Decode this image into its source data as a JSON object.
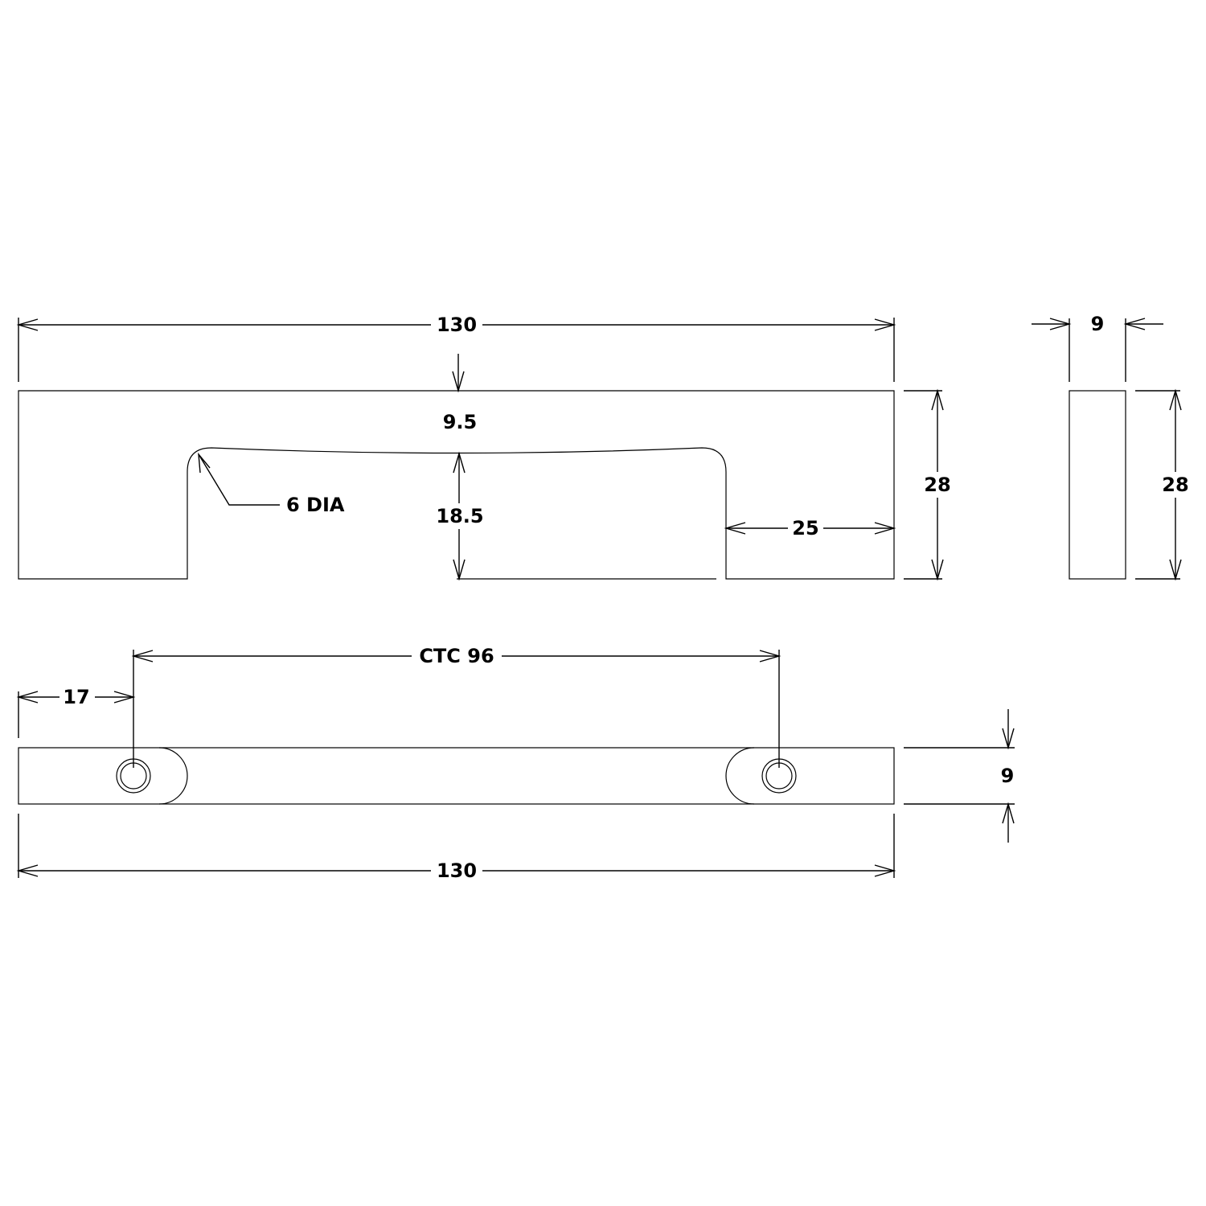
{
  "labels": {
    "front_width": "130",
    "top_depth": "9.5",
    "hole_dia": "6 DIA",
    "cut_depth": "18.5",
    "end_width": "25",
    "front_height": "28",
    "side_width": "9",
    "side_height": "28",
    "ctc": "CTC 96",
    "edge_offset": "17",
    "bottom_thickness": "9",
    "bottom_width": "130"
  }
}
